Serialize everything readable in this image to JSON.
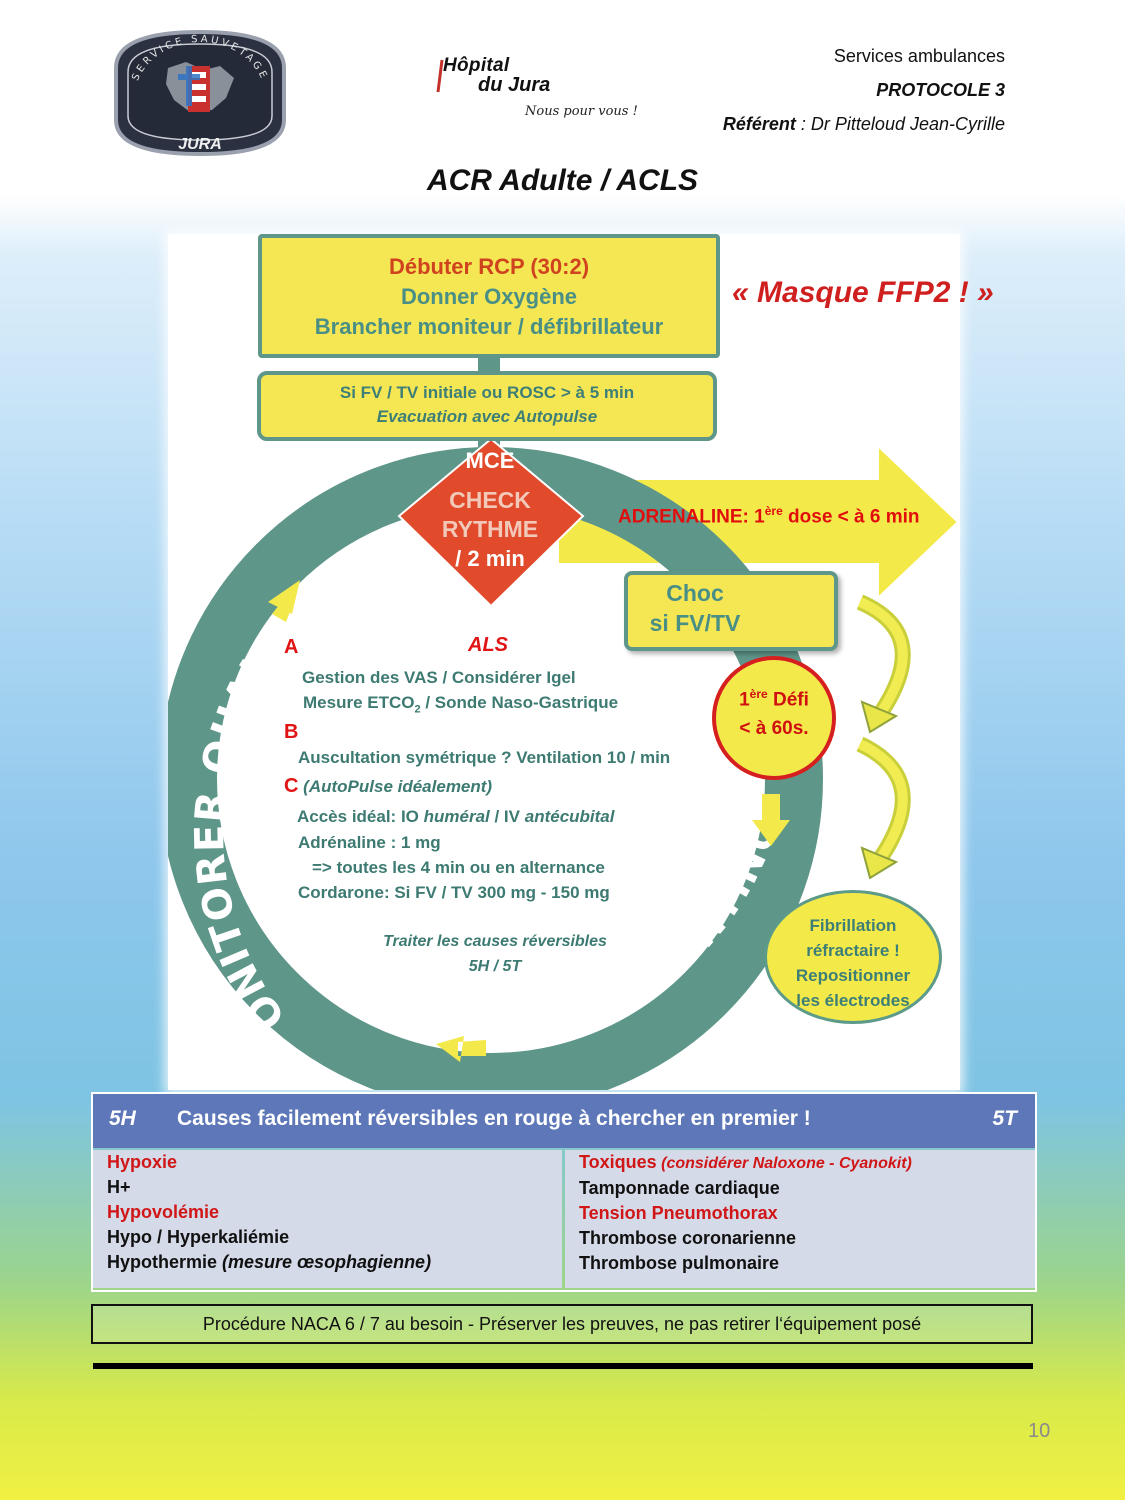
{
  "header": {
    "badge_top": "SERVICE SAUVETAGE",
    "badge_bottom": "JURA",
    "hospital_line1": "Hôpital",
    "hospital_line2": "du Jura",
    "hospital_tagline": "Nous pour vous !",
    "services": "Services ambulances",
    "protocol": "PROTOCOLE 3",
    "referent_label": "Référent",
    "referent_name": " : Dr Pitteloud Jean-Cyrille"
  },
  "title": "ACR Adulte / ACLS",
  "flow": {
    "box1": [
      "Débuter RCP (30:2)",
      "Donner Oxygène",
      "Brancher moniteur / défibrillateur"
    ],
    "box2": [
      "Si FV / TV initiale  ou  ROSC > à 5 min",
      "Evacuation avec Autopulse"
    ],
    "masque": "« Masque FFP2 ! »",
    "mce": "MCE",
    "check": "CHECK",
    "rythme": "RYTHME",
    "per2min": "/ 2 min",
    "adrenaline_a": "ADRENALINE: 1",
    "adrenaline_sup": "ère",
    "adrenaline_b": " dose <  à 6 min",
    "choc_1": "Choc",
    "choc_2": "si FV/TV",
    "ring_left": "MONITORER QUALITÉ RCP",
    "ring_right": "RCP EN CONTINU",
    "defi_1a": "1",
    "defi_1sup": "ère",
    "defi_1b": "  Défi",
    "defi_2": "< à 60s.",
    "fib": [
      "Fibrillation",
      "réfractaire !",
      "Repositionner",
      "les électrodes"
    ]
  },
  "als": {
    "a": "A",
    "title": "ALS",
    "a1": "Gestion des VAS / Considérer Igel",
    "a2_pre": "Mesure ETCO",
    "a2_sub": "2",
    "a2_post": " / Sonde Naso-Gastrique",
    "b": "B",
    "b1": "Auscultation symétrique ? Ventilation 10 / min",
    "c": "C",
    "c_note": " (AutoPulse idéalement)",
    "c1_pre": "Accès idéal: IO ",
    "c1_it1": "huméral",
    "c1_mid": " / IV ",
    "c1_it2": "antécubital",
    "c2": "Adrénaline :  1 mg",
    "c3": "=> toutes les 4 min ou en alternance",
    "c4": "Cordarone:  Si FV / TV 300 mg  - 150 mg",
    "causes_1": "Traiter les causes réversibles",
    "causes_2": "5H / 5T"
  },
  "table": {
    "left_head": "5H",
    "center_head": "Causes facilement réversibles en rouge à chercher en premier  !",
    "right_head": "5T",
    "h_items": [
      "Hypoxie",
      "H+",
      "Hypovolémie",
      "Hypo / Hyperkaliémie",
      "Hypothermie"
    ],
    "h_note": " (mesure œsophagienne)",
    "t_items": [
      "Toxiques",
      "Tamponnade cardiaque",
      "Tension Pneumothorax",
      "Thrombose coronarienne",
      "Thrombose pulmonaire"
    ],
    "t_note": " (considérer Naloxone  - Cyanokit)"
  },
  "naca": "Procédure NACA 6 / 7 au besoin - Préserver les preuves, ne pas retirer l‘équipement posé",
  "page_number": "10",
  "colors": {
    "teal": "#5f968a",
    "yellow": "#f5e654",
    "red": "#d0431f",
    "table_head": "#5e77b8"
  }
}
